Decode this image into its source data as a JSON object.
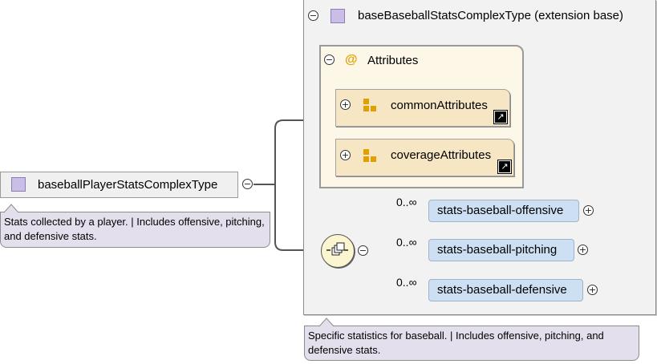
{
  "base_type": {
    "title": "baseBaseballStatsComplexType (extension base)",
    "note": "Specific statistics for baseball. | Includes offensive, pitching, and defensive stats."
  },
  "attributes_group": {
    "title": "Attributes",
    "items": [
      {
        "label": "commonAttributes"
      },
      {
        "label": "coverageAttributes"
      }
    ]
  },
  "player_type": {
    "label": "baseballPlayerStatsComplexType",
    "note": "Stats collected by a player. | Includes offensive, pitching, and defensive stats."
  },
  "elements": [
    {
      "label": "stats-baseball-offensive",
      "multiplicity": "0..∞"
    },
    {
      "label": "stats-baseball-pitching",
      "multiplicity": "0..∞"
    },
    {
      "label": "stats-baseball-defensive",
      "multiplicity": "0..∞"
    }
  ],
  "symbols": {
    "collapse": "−",
    "expand": "+",
    "link": "↗",
    "attribute": "@"
  },
  "colors": {
    "type_icon": "#cabde6",
    "attr_group_bg": "#fdf7e8",
    "attr_item_bg": "#f6e6c3",
    "element_bg": "#cde0f3",
    "note_bg": "#e4dfec",
    "attr_icon": "#e0a000"
  }
}
